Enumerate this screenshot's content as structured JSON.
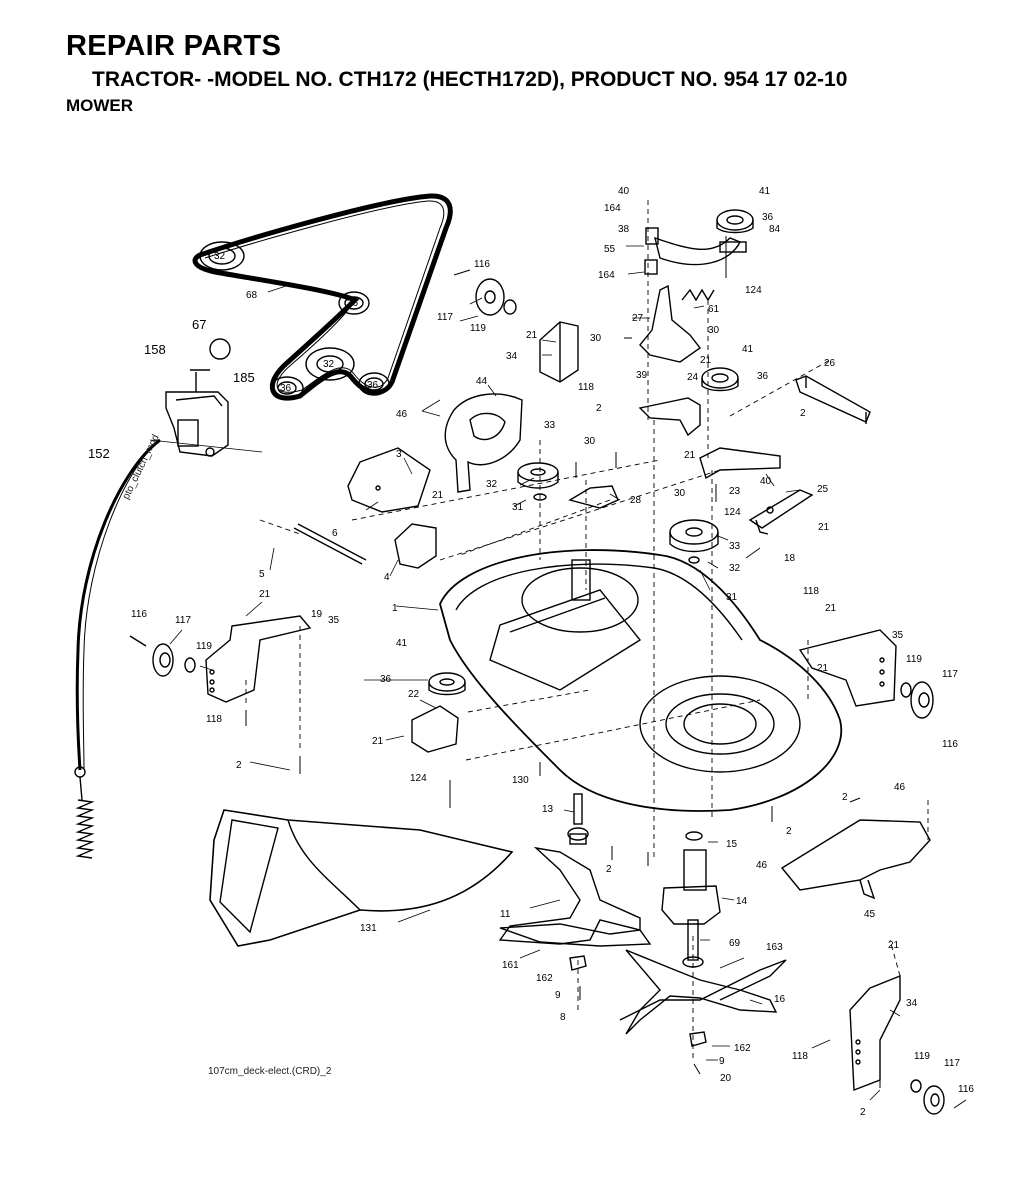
{
  "header": {
    "title": "REPAIR PARTS",
    "model_line": "TRACTOR- -MODEL NO. CTH172 (HECTH172D), PRODUCT NO. 954 17 02-10",
    "section": "MOWER"
  },
  "footer": {
    "filename": "107cm_deck-elect.(CRD)_2"
  },
  "diagram": {
    "belt_pulley_labels": [
      "32",
      "36",
      "32",
      "36",
      "36"
    ],
    "cable_label": "pto_clutch_mod",
    "callouts": [
      "40",
      "41",
      "164",
      "36",
      "84",
      "38",
      "55",
      "164",
      "124",
      "116",
      "117",
      "119",
      "61",
      "27",
      "30",
      "21",
      "34",
      "118",
      "30",
      "39",
      "41",
      "21",
      "24",
      "36",
      "26",
      "2",
      "67",
      "158",
      "185",
      "68",
      "152",
      "46",
      "44",
      "3",
      "2",
      "33",
      "30",
      "21",
      "32",
      "31",
      "28",
      "30",
      "23",
      "40",
      "25",
      "124",
      "21",
      "21",
      "6",
      "5",
      "4",
      "33",
      "32",
      "31",
      "18",
      "21",
      "19",
      "35",
      "116",
      "117",
      "119",
      "118",
      "2",
      "1",
      "41",
      "36",
      "22",
      "21",
      "124",
      "130",
      "118",
      "21",
      "35",
      "21",
      "119",
      "117",
      "116",
      "13",
      "15",
      "2",
      "2",
      "46",
      "2",
      "46",
      "14",
      "11",
      "45",
      "131",
      "69",
      "163",
      "161",
      "162",
      "9",
      "8",
      "16",
      "21",
      "34",
      "162",
      "9",
      "20",
      "118",
      "119",
      "117",
      "116",
      "2"
    ]
  }
}
